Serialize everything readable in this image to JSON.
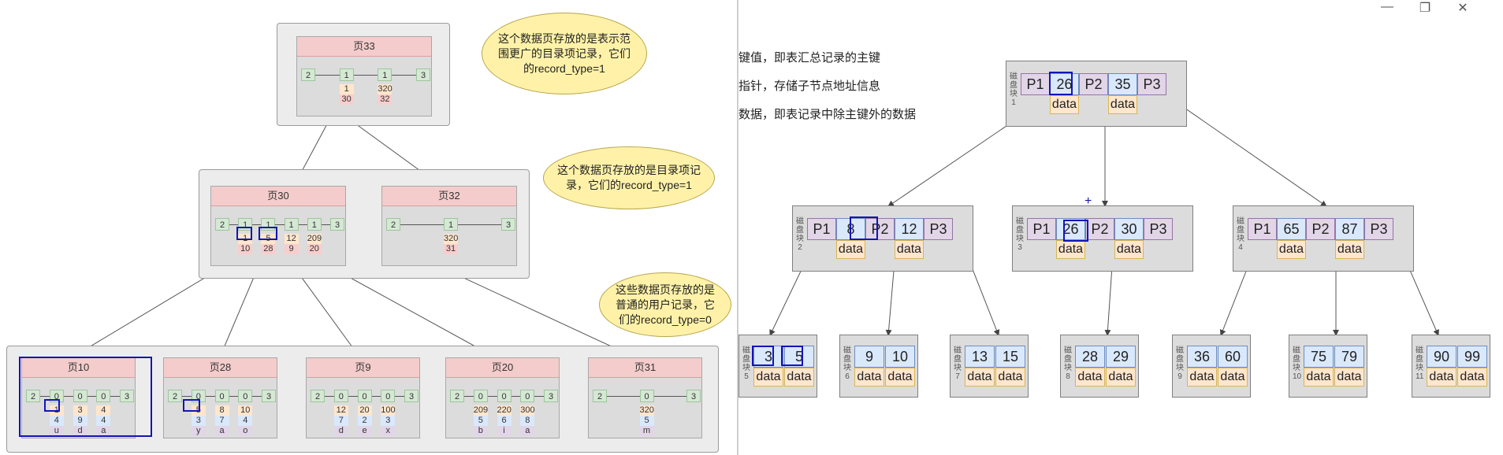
{
  "left": {
    "root_page": {
      "title": "页33",
      "row_types": [
        "2",
        "1",
        "1",
        "3"
      ],
      "keys": [
        "1",
        "320"
      ],
      "pages": [
        "30",
        "32"
      ]
    },
    "bubbles": [
      "这个数据页存放的是表示范围更广的目录项记录，它们的record_type=1",
      "这个数据页存放的是目录项记录，它们的record_type=1",
      "这些数据页存放的是普通的用户记录，它们的record_type=0"
    ],
    "mid_pages": [
      {
        "title": "页30",
        "row_types": [
          "2",
          "1",
          "1",
          "1",
          "1",
          "3"
        ],
        "keys": [
          "1",
          "5",
          "12",
          "209"
        ],
        "pages": [
          "10",
          "28",
          "9",
          "20"
        ]
      },
      {
        "title": "页32",
        "row_types": [
          "2",
          "1",
          "3"
        ],
        "keys": [
          "320"
        ],
        "pages": [
          "31"
        ]
      }
    ],
    "leaf_pages": [
      {
        "title": "页10",
        "row_types": [
          "2",
          "0",
          "0",
          "0",
          "3"
        ],
        "ids": [
          "1",
          "3",
          "4"
        ],
        "c2": [
          "4",
          "9",
          "4"
        ],
        "c3": [
          "u",
          "d",
          "a"
        ]
      },
      {
        "title": "页28",
        "row_types": [
          "2",
          "0",
          "0",
          "0",
          "3"
        ],
        "ids": [
          "5",
          "8",
          "10"
        ],
        "c2": [
          "3",
          "7",
          "4"
        ],
        "c3": [
          "y",
          "a",
          "o"
        ]
      },
      {
        "title": "页9",
        "row_types": [
          "2",
          "0",
          "0",
          "0",
          "3"
        ],
        "ids": [
          "12",
          "20",
          "100"
        ],
        "c2": [
          "7",
          "2",
          "3"
        ],
        "c3": [
          "d",
          "e",
          "x"
        ]
      },
      {
        "title": "页20",
        "row_types": [
          "2",
          "0",
          "0",
          "0",
          "3"
        ],
        "ids": [
          "209",
          "220",
          "300"
        ],
        "c2": [
          "5",
          "6",
          "8"
        ],
        "c3": [
          "b",
          "i",
          "a"
        ]
      },
      {
        "title": "页31",
        "row_types": [
          "2",
          "0",
          "3"
        ],
        "ids": [
          "320"
        ],
        "c2": [
          "5"
        ],
        "c3": [
          "m"
        ]
      }
    ]
  },
  "right": {
    "legend": [
      "键值，即表汇总记录的主键",
      "指针，存储子节点地址信息",
      "数据，即表记录中除主键外的数据"
    ],
    "window_controls": [
      "—",
      "❐",
      "✕"
    ],
    "root": {
      "disk": "磁盘块1",
      "p": [
        "P1",
        "P2",
        "P3"
      ],
      "keys": [
        "26",
        "35"
      ],
      "data": "data"
    },
    "level2": [
      {
        "disk": "磁盘块2",
        "p": [
          "P1",
          "P2",
          "P3"
        ],
        "keys": [
          "8",
          "12"
        ],
        "data": "data"
      },
      {
        "disk": "磁盘块3",
        "p": [
          "P1",
          "P2",
          "P3"
        ],
        "keys": [
          "26",
          "30"
        ],
        "data": "data"
      },
      {
        "disk": "磁盘块4",
        "p": [
          "P1",
          "P2",
          "P3"
        ],
        "keys": [
          "65",
          "87"
        ],
        "data": "data"
      }
    ],
    "leaves": [
      {
        "disk": "磁盘块5",
        "keys": [
          "3",
          "5"
        ],
        "data": "data"
      },
      {
        "disk": "磁盘块6",
        "keys": [
          "9",
          "10"
        ],
        "data": "data"
      },
      {
        "disk": "磁盘块7",
        "keys": [
          "13",
          "15"
        ],
        "data": "data"
      },
      {
        "disk": "磁盘块8",
        "keys": [
          "28",
          "29"
        ],
        "data": "data"
      },
      {
        "disk": "磁盘块9",
        "keys": [
          "36",
          "60"
        ],
        "data": "data"
      },
      {
        "disk": "磁盘块10",
        "keys": [
          "75",
          "79"
        ],
        "data": "data"
      },
      {
        "disk": "磁盘块11",
        "keys": [
          "90",
          "99"
        ],
        "data": "data"
      }
    ]
  }
}
